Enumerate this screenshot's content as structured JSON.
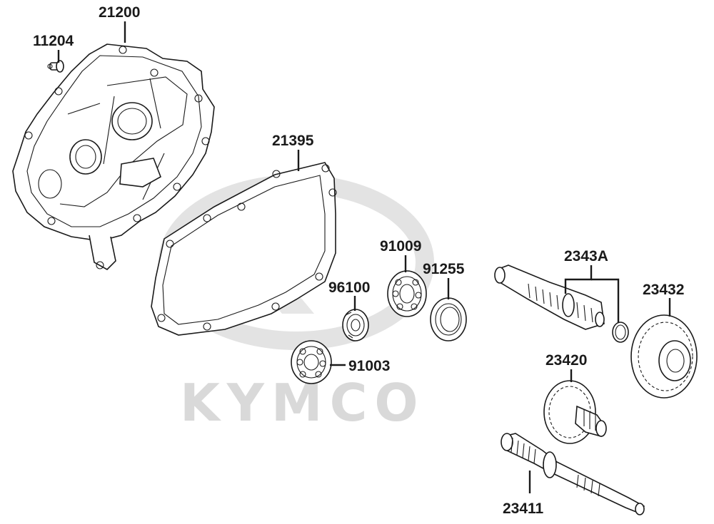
{
  "watermark": {
    "brand": "KYMCO",
    "color": "#d9d9d9"
  },
  "parts": [
    {
      "id": "11204",
      "name": "dowel-pin"
    },
    {
      "id": "21200",
      "name": "transmission-cover"
    },
    {
      "id": "21395",
      "name": "cover-gasket"
    },
    {
      "id": "96100",
      "name": "small-bearing"
    },
    {
      "id": "91009",
      "name": "bearing"
    },
    {
      "id": "91255",
      "name": "oil-seal"
    },
    {
      "id": "91003",
      "name": "bearing-lower"
    },
    {
      "id": "2343A",
      "name": "counter-shaft-assembly"
    },
    {
      "id": "23432",
      "name": "counter-gear"
    },
    {
      "id": "23420",
      "name": "intermediate-gear"
    },
    {
      "id": "23411",
      "name": "drive-shaft"
    }
  ]
}
